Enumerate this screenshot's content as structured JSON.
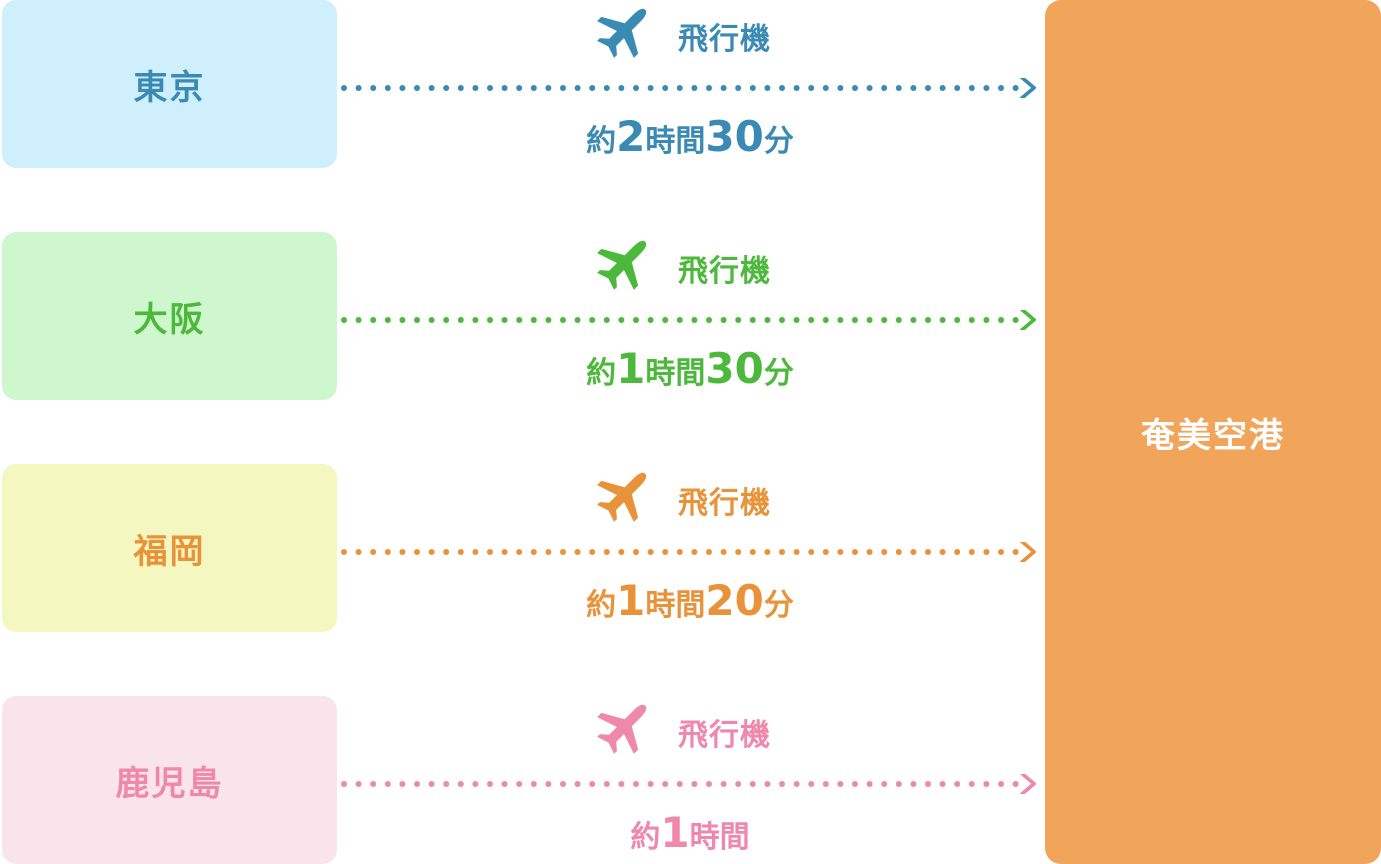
{
  "destination": {
    "label": "奄美空港",
    "color": "#f0a55a"
  },
  "routes": [
    {
      "city": "東京",
      "mode": "飛行機",
      "duration": {
        "prefix": "約",
        "hours": "2",
        "hours_unit": "時間",
        "minutes": "30",
        "minutes_unit": "分"
      },
      "color": "#3b8ab3",
      "bg": "#d0effd"
    },
    {
      "city": "大阪",
      "mode": "飛行機",
      "duration": {
        "prefix": "約",
        "hours": "1",
        "hours_unit": "時間",
        "minutes": "30",
        "minutes_unit": "分"
      },
      "color": "#4cb83c",
      "bg": "#cff7cd"
    },
    {
      "city": "福岡",
      "mode": "飛行機",
      "duration": {
        "prefix": "約",
        "hours": "1",
        "hours_unit": "時間",
        "minutes": "20",
        "minutes_unit": "分"
      },
      "color": "#e8923a",
      "bg": "#f5f7c0"
    },
    {
      "city": "鹿児島",
      "mode": "飛行機",
      "duration": {
        "prefix": "約",
        "hours": "1",
        "hours_unit": "時間"
      },
      "color": "#ef88ab",
      "bg": "#fae4ec"
    }
  ]
}
